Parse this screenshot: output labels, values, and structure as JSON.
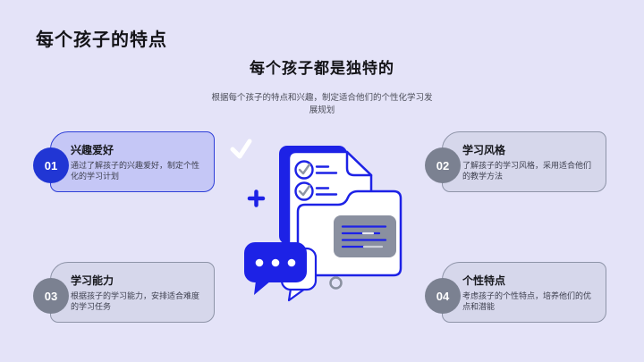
{
  "header": {
    "title": "每个孩子的特点"
  },
  "main": {
    "heading": "每个孩子都是独特的",
    "subtitle": "根据每个孩子的特点和兴趣，制定适合他们的个性化学习发展规划"
  },
  "cards": [
    {
      "number": "01",
      "title": "兴趣爱好",
      "description": "通过了解孩子的兴趣爱好，制定个性化的学习计划",
      "highlighted": true
    },
    {
      "number": "02",
      "title": "学习风格",
      "description": "了解孩子的学习风格，采用适合他们的教学方法",
      "highlighted": false
    },
    {
      "number": "03",
      "title": "学习能力",
      "description": "根据孩子的学习能力，安排适合难度的学习任务",
      "highlighted": false
    },
    {
      "number": "04",
      "title": "个性特点",
      "description": "考虑孩子的个性特点，培养他们的优点和潜能",
      "highlighted": false
    }
  ],
  "illustration": {
    "icons": [
      "checkmark-icon",
      "plus-icon",
      "checklist-document-icon",
      "folder-icon",
      "text-panel-icon",
      "chat-bubbles-icon",
      "circle-dot-icon"
    ]
  },
  "colors": {
    "background": "#e4e3f8",
    "accent_blue": "#1d22e6",
    "card_highlight_fill": "#c5c7f6",
    "card_highlight_border": "#2e3fd8",
    "card_gray_fill": "#d6d7eb",
    "card_gray_border": "#8e94a8",
    "circle_blue": "#2136d4",
    "circle_gray": "#7b8191",
    "panel_gray": "#8a90a0",
    "text_dark": "#141418",
    "text_body": "#3f4150"
  }
}
